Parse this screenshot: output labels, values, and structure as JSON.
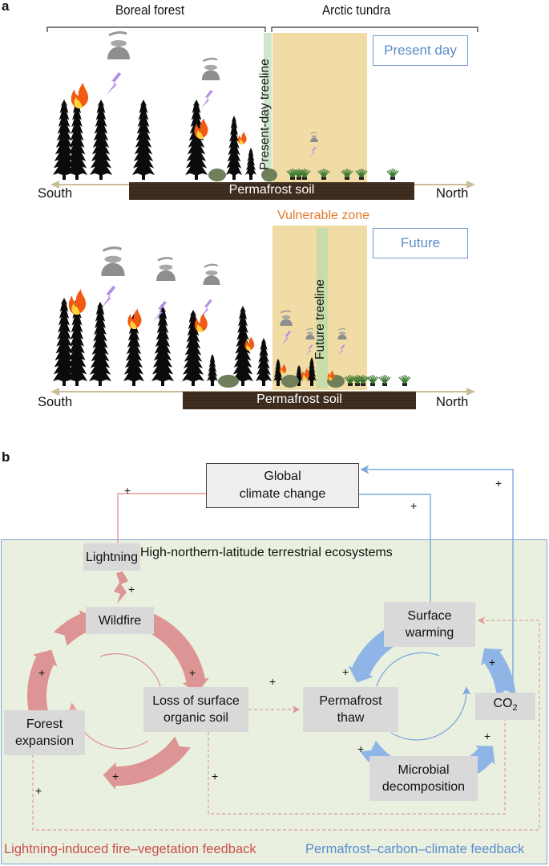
{
  "panel_a": {
    "letter": "a",
    "regions": {
      "boreal": "Boreal forest",
      "arctic": "Arctic tundra"
    },
    "present": {
      "state_label": "Present day",
      "treeline_label": "Present-day treeline",
      "soil_label": "Permafrost soil",
      "south_label": "South",
      "north_label": "North"
    },
    "future": {
      "state_label": "Future",
      "zone_label": "Vulnerable zone",
      "treeline_label": "Future treeline",
      "soil_label": "Permafrost soil",
      "south_label": "South",
      "north_label": "North"
    }
  },
  "panel_b": {
    "letter": "b",
    "global_node": {
      "line1": "Global",
      "line2": "climate change"
    },
    "ecosystem_label": "High-northern-latitude terrestrial ecosystems",
    "fire_loop": {
      "nodes": {
        "lightning": "Lightning",
        "wildfire": "Wildfire",
        "loss_line1": "Loss of surface",
        "loss_line2": "organic soil",
        "forest_line1": "Forest",
        "forest_line2": "expansion"
      },
      "legend": "Lightning-induced fire–vegetation feedback"
    },
    "carbon_loop": {
      "nodes": {
        "warming_line1": "Surface",
        "warming_line2": "warming",
        "thaw_line1": "Permafrost",
        "thaw_line2": "thaw",
        "microbial_line1": "Microbial",
        "microbial_line2": "decomposition",
        "co2_main": "CO",
        "co2_sub": "2"
      },
      "legend": "Permafrost–carbon–climate feedback"
    },
    "sign": "+",
    "colors": {
      "fire": "#dc9494",
      "carbon": "#8fb4e6",
      "eco_bg": "#eaf0df",
      "eco_border": "#7ea4d5"
    }
  }
}
